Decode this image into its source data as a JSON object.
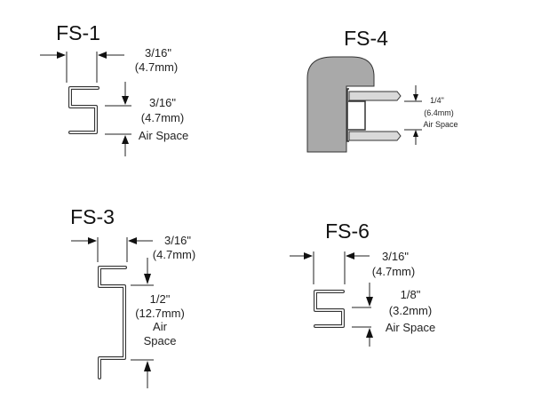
{
  "profiles": [
    {
      "name": "FS-1",
      "width": "3/16\"",
      "width_mm": "(4.7mm)",
      "air": "3/16\"",
      "air_mm": "(4.7mm)",
      "air_label": "Air Space"
    },
    {
      "name": "FS-4",
      "air": "1/4\"",
      "air_mm": "(6.4mm)",
      "air_label": "Air Space"
    },
    {
      "name": "FS-3",
      "width": "3/16\"",
      "width_mm": "(4.7mm)",
      "air": "1/2\"",
      "air_mm": "(12.7mm)",
      "air_label_1": "Air",
      "air_label_2": "Space"
    },
    {
      "name": "FS-6",
      "width": "3/16\"",
      "width_mm": "(4.7mm)",
      "air": "1/8\"",
      "air_mm": "(3.2mm)",
      "air_label": "Air Space"
    }
  ],
  "colors": {
    "frame": "#a9a9a9",
    "glass": "#d9d9d9"
  }
}
